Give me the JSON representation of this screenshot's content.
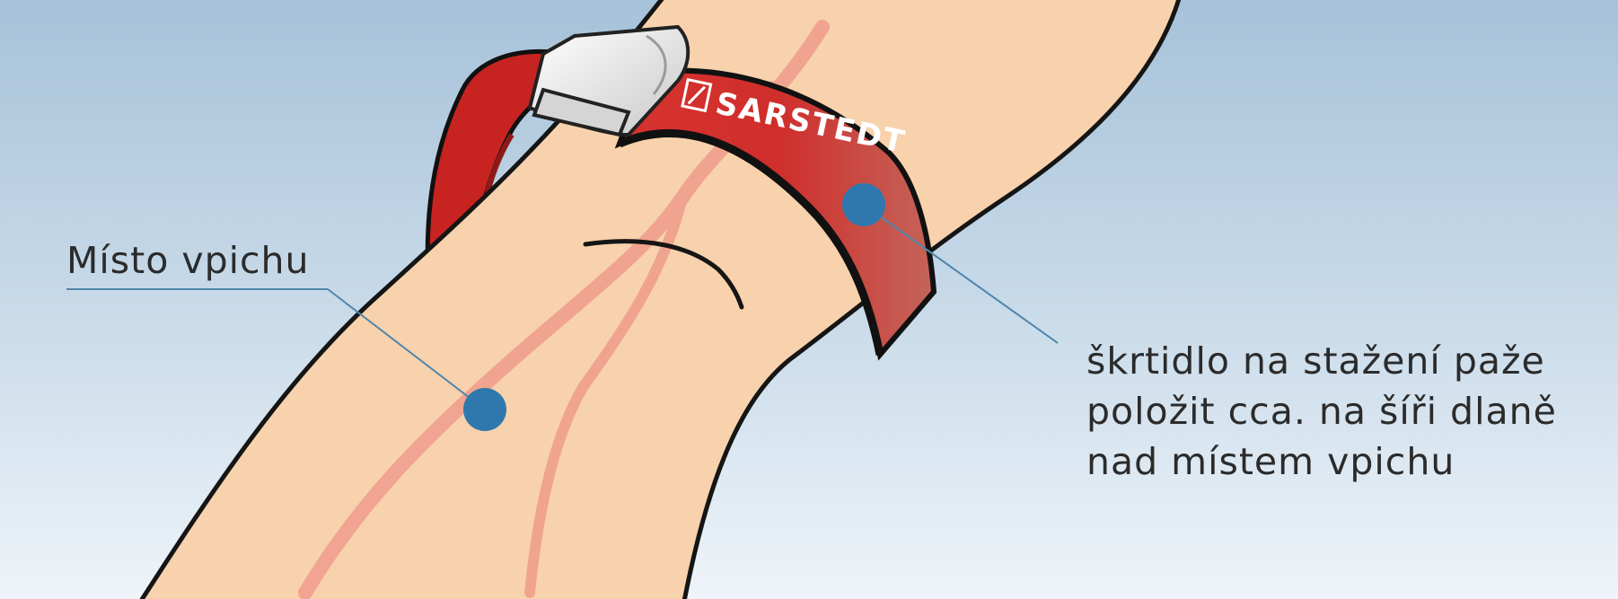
{
  "labels": {
    "puncture_site": "Místo vpichu",
    "tourniquet_lines": [
      "škrtidlo na stažení paže",
      "položit cca. na šíři dlaně",
      "nad místem vpichu"
    ]
  },
  "brand": {
    "name": "SARSTEDT"
  },
  "colors": {
    "background_top": "#a9c4da",
    "background_bottom": "#edf3f8",
    "skin": "#f8d2ac",
    "vein": "#ef9c8c",
    "tourniquet": "#cf2d2a",
    "marker": "#2e78ae",
    "leader_line": "#4f86ad"
  }
}
